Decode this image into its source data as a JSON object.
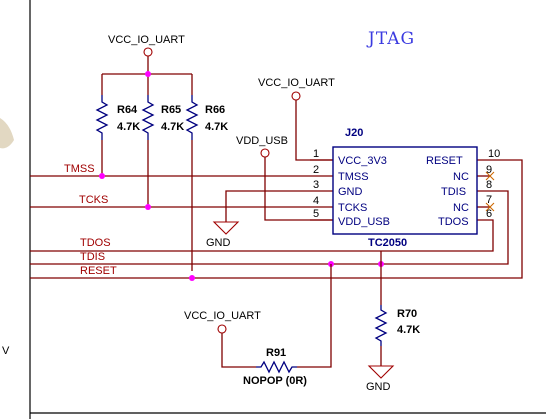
{
  "title": "JTAG",
  "connector": {
    "ref": "J20",
    "part": "TC2050",
    "left_pins": [
      {
        "num": "1",
        "name": "VCC_3V3"
      },
      {
        "num": "2",
        "name": "TMSS"
      },
      {
        "num": "3",
        "name": "GND"
      },
      {
        "num": "4",
        "name": "TCKS"
      },
      {
        "num": "5",
        "name": "VDD_USB"
      }
    ],
    "right_pins": [
      {
        "num": "10",
        "name": "RESET"
      },
      {
        "num": "9",
        "name": "NC"
      },
      {
        "num": "8",
        "name": "TDIS"
      },
      {
        "num": "7",
        "name": "NC"
      },
      {
        "num": "6",
        "name": "TDOS"
      }
    ]
  },
  "power": {
    "vcc_io_uart": "VCC_IO_UART",
    "vdd_usb": "VDD_USB",
    "gnd": "GND"
  },
  "resistors": {
    "r64": {
      "ref": "R64",
      "value": "4.7K"
    },
    "r65": {
      "ref": "R65",
      "value": "4.7K"
    },
    "r66": {
      "ref": "R66",
      "value": "4.7K"
    },
    "r70": {
      "ref": "R70",
      "value": "4.7K"
    },
    "r91": {
      "ref": "R91",
      "value": "NOPOP (0R)"
    }
  },
  "nets": {
    "tmss": "TMSS",
    "tcks": "TCKS",
    "tdos": "TDOS",
    "tdis": "TDIS",
    "reset": "RESET"
  },
  "edge_fragment": "V"
}
